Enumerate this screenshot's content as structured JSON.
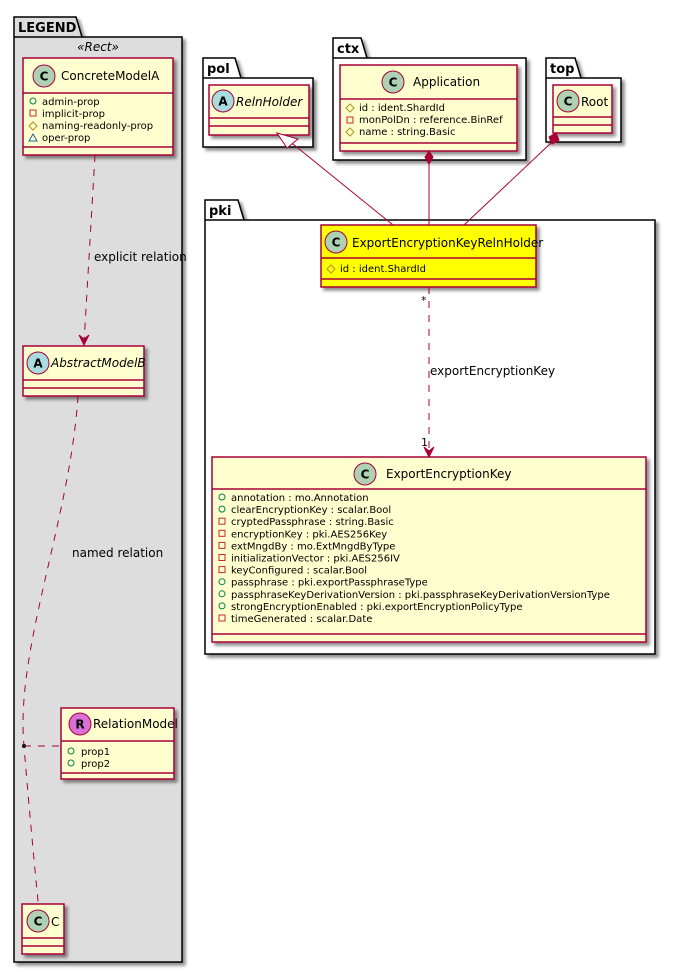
{
  "packages": {
    "legend": {
      "name": "LEGEND",
      "stereotype": "«Rect»"
    },
    "pol": {
      "name": "pol"
    },
    "ctx": {
      "name": "ctx"
    },
    "top": {
      "name": "top"
    },
    "pki": {
      "name": "pki"
    }
  },
  "classes": {
    "concrete_model_a": {
      "kind": "C",
      "name": "ConcreteModelA",
      "attributes": [
        {
          "visibility": "public",
          "text": "admin-prop"
        },
        {
          "visibility": "private",
          "text": "implicit-prop"
        },
        {
          "visibility": "protected",
          "text": "naming-readonly-prop"
        },
        {
          "visibility": "package",
          "text": "oper-prop"
        }
      ]
    },
    "abstract_model_b": {
      "kind": "A",
      "name": "AbstractModelB",
      "attributes": []
    },
    "relation_model": {
      "kind": "R",
      "name": "RelationModel",
      "attributes": [
        {
          "visibility": "public",
          "text": "prop1"
        },
        {
          "visibility": "public",
          "text": "prop2"
        }
      ]
    },
    "c": {
      "kind": "C",
      "name": "C",
      "attributes": []
    },
    "reln_holder": {
      "kind": "A",
      "name": "RelnHolder",
      "attributes": []
    },
    "application": {
      "kind": "C",
      "name": "Application",
      "attributes": [
        {
          "visibility": "protected",
          "text": "id : ident.ShardId"
        },
        {
          "visibility": "private",
          "text": "monPolDn : reference.BinRef"
        },
        {
          "visibility": "protected",
          "text": "name : string.Basic"
        }
      ]
    },
    "root": {
      "kind": "C",
      "name": "Root",
      "attributes": []
    },
    "export_key_reln_holder": {
      "kind": "C",
      "name": "ExportEncryptionKeyRelnHolder",
      "attributes": [
        {
          "visibility": "protected",
          "text": "id : ident.ShardId"
        }
      ]
    },
    "export_key": {
      "kind": "C",
      "name": "ExportEncryptionKey",
      "attributes": [
        {
          "visibility": "public",
          "text": "annotation : mo.Annotation"
        },
        {
          "visibility": "public",
          "text": "clearEncryptionKey : scalar.Bool"
        },
        {
          "visibility": "private",
          "text": "cryptedPassphrase : string.Basic"
        },
        {
          "visibility": "private",
          "text": "encryptionKey : pki.AES256Key"
        },
        {
          "visibility": "private",
          "text": "extMngdBy : mo.ExtMngdByType"
        },
        {
          "visibility": "private",
          "text": "initializationVector : pki.AES256IV"
        },
        {
          "visibility": "private",
          "text": "keyConfigured : scalar.Bool"
        },
        {
          "visibility": "public",
          "text": "passphrase : pki.exportPassphraseType"
        },
        {
          "visibility": "public",
          "text": "passphraseKeyDerivationVersion : pki.passphraseKeyDerivationVersionType"
        },
        {
          "visibility": "public",
          "text": "strongEncryptionEnabled : pki.exportEncryptionPolicyType"
        },
        {
          "visibility": "private",
          "text": "timeGenerated : scalar.Date"
        }
      ]
    }
  },
  "relations": {
    "explicit": {
      "label": "explicit relation"
    },
    "named": {
      "label": "named relation"
    },
    "export_key": {
      "label": "exportEncryptionKey",
      "source_mult": "*",
      "target_mult": "1"
    }
  },
  "colors": {
    "class_fill": "#FEFECE",
    "highlight_fill": "#FFFF00",
    "class_border": "#A80036",
    "legend_bg": "#DDDDDD",
    "c_badge": "#ADD1B2",
    "a_badge": "#A9DCDF",
    "r_badge": "#DA70D6"
  }
}
